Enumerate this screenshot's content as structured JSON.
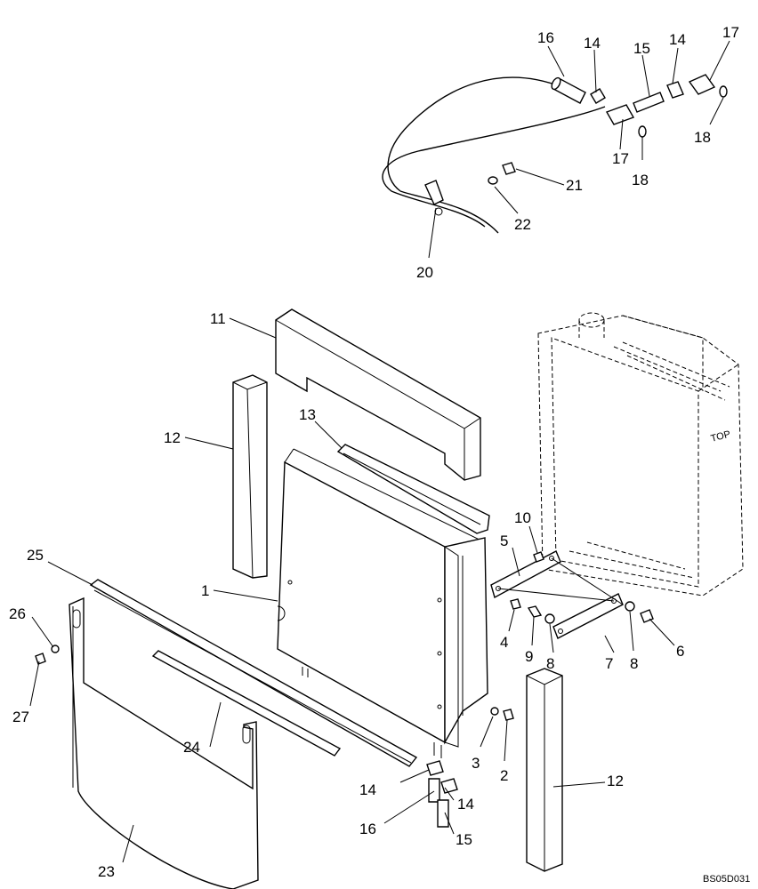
{
  "callouts": [
    {
      "id": "c16a",
      "text": "16"
    },
    {
      "id": "c14a",
      "text": "14"
    },
    {
      "id": "c15a",
      "text": "15"
    },
    {
      "id": "c14b",
      "text": "14"
    },
    {
      "id": "c17a",
      "text": "17"
    },
    {
      "id": "c17b",
      "text": "17"
    },
    {
      "id": "c18a",
      "text": "18"
    },
    {
      "id": "c18b",
      "text": "18"
    },
    {
      "id": "c21",
      "text": "21"
    },
    {
      "id": "c22",
      "text": "22"
    },
    {
      "id": "c20",
      "text": "20"
    },
    {
      "id": "c11",
      "text": "11"
    },
    {
      "id": "c12a",
      "text": "12"
    },
    {
      "id": "c13",
      "text": "13"
    },
    {
      "id": "c10",
      "text": "10"
    },
    {
      "id": "c5",
      "text": "5"
    },
    {
      "id": "c25",
      "text": "25"
    },
    {
      "id": "c1",
      "text": "1"
    },
    {
      "id": "c26",
      "text": "26"
    },
    {
      "id": "c4",
      "text": "4"
    },
    {
      "id": "c9",
      "text": "9"
    },
    {
      "id": "c8a",
      "text": "8"
    },
    {
      "id": "c7",
      "text": "7"
    },
    {
      "id": "c8b",
      "text": "8"
    },
    {
      "id": "c6",
      "text": "6"
    },
    {
      "id": "c27",
      "text": "27"
    },
    {
      "id": "c24",
      "text": "24"
    },
    {
      "id": "c3",
      "text": "3"
    },
    {
      "id": "c2",
      "text": "2"
    },
    {
      "id": "c12b",
      "text": "12"
    },
    {
      "id": "c14c",
      "text": "14"
    },
    {
      "id": "c14d",
      "text": "14"
    },
    {
      "id": "c16b",
      "text": "16"
    },
    {
      "id": "c15b",
      "text": "15"
    },
    {
      "id": "c23",
      "text": "23"
    }
  ],
  "radiator_marking": "TOP",
  "drawing_code": "BS05D031"
}
